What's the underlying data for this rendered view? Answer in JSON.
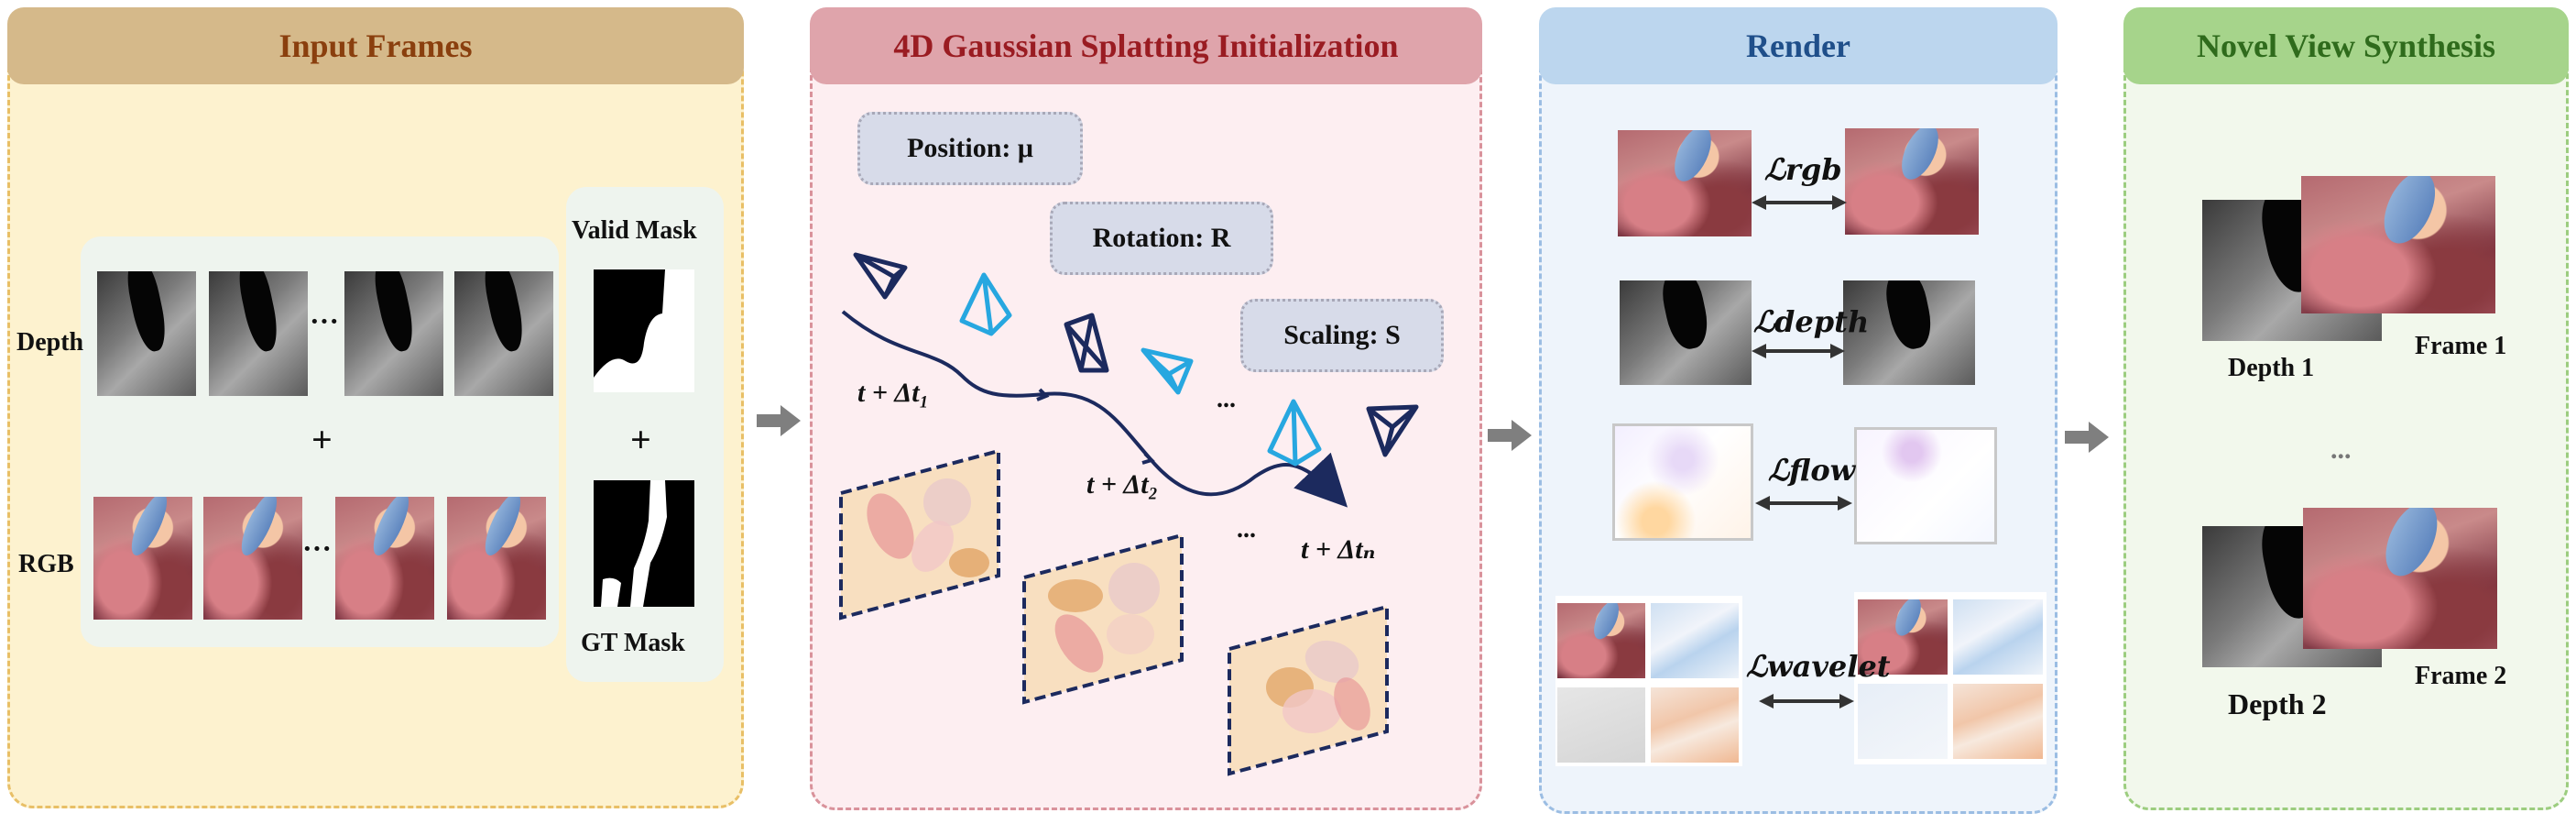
{
  "panels": {
    "input": {
      "title": "Input Frames",
      "depth_label": "Depth",
      "rgb_label": "RGB",
      "plus1": "+",
      "plus2": "+",
      "dots1": "···",
      "dots2": "···",
      "valid_mask": "Valid Mask",
      "gt_mask": "GT Mask"
    },
    "gaussian": {
      "title": "4D Gaussian Splatting Initialization",
      "position": "Position: μ",
      "rotation": "Rotation: R",
      "scaling": "Scaling: S",
      "t1": "t + Δt₁",
      "t2": "t + Δt₂",
      "tn": "t + Δtₙ",
      "dots_a": "...",
      "dots_b": "..."
    },
    "render": {
      "title": "Render",
      "loss_rgb": "ℒrgb",
      "loss_depth": "ℒdepth",
      "loss_flow": "ℒflow",
      "loss_wavelet": "ℒwavelet"
    },
    "nvs": {
      "title": "Novel View Synthesis",
      "depth1": "Depth 1",
      "frame1": "Frame 1",
      "depth2": "Depth 2",
      "frame2": "Frame 2",
      "dots": "..."
    }
  },
  "colors": {
    "input_header": "#d5b98a",
    "input_title": "#8a3f0e",
    "input_bg": "#fdf2cf",
    "input_border": "#e8bf66",
    "gauss_header": "#dfa4ab",
    "gauss_title": "#9a1c22",
    "gauss_bg": "#fdeef1",
    "gauss_border": "#d9929b",
    "render_header": "#bcd6ee",
    "render_title": "#1f4f8a",
    "render_bg": "#eef4fb",
    "render_border": "#9bbde3",
    "nvs_header": "#a6d48b",
    "nvs_title": "#2f6b1c",
    "nvs_bg": "#f2f8ec",
    "nvs_border": "#9ccd7f",
    "camera_dark": "#1c2a5e",
    "camera_light": "#27a7e0",
    "trajectory": "#1c2a5e"
  }
}
